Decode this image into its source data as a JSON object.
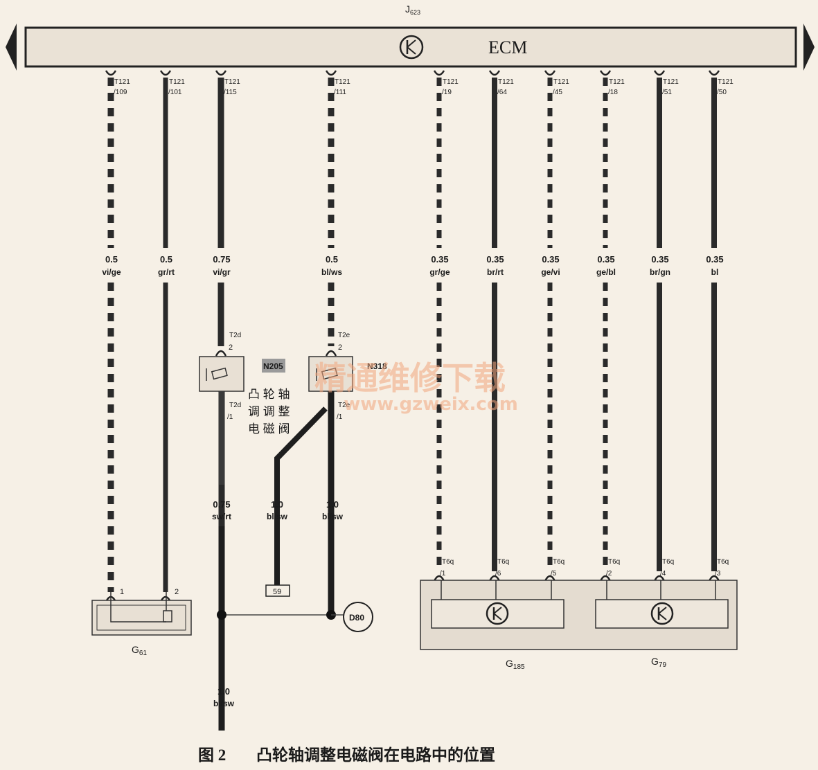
{
  "ecm_unit": {
    "id_letter": "J",
    "id_sub": "623",
    "label": "ECM",
    "icon": "transistor-icon"
  },
  "ecm_pins": [
    {
      "conn": "T121",
      "pin": "/109",
      "size": "0.5",
      "color_code": "vi/ge"
    },
    {
      "conn": "T121",
      "pin": "/101",
      "size": "0.5",
      "color_code": "gr/rt"
    },
    {
      "conn": "T121",
      "pin": "/115",
      "size": "0.75",
      "color_code": "vi/gr"
    },
    {
      "conn": "T121",
      "pin": "/111",
      "size": "0.5",
      "color_code": "bl/ws"
    },
    {
      "conn": "T121",
      "pin": "/19",
      "size": "0.35",
      "color_code": "gr/ge"
    },
    {
      "conn": "T121",
      "pin": "/64",
      "size": "0.35",
      "color_code": "br/rt"
    },
    {
      "conn": "T121",
      "pin": "/45",
      "size": "0.35",
      "color_code": "ge/vi"
    },
    {
      "conn": "T121",
      "pin": "/18",
      "size": "0.35",
      "color_code": "ge/bl"
    },
    {
      "conn": "T121",
      "pin": "/51",
      "size": "0.35",
      "color_code": "br/gn"
    },
    {
      "conn": "T121",
      "pin": "/50",
      "size": "0.35",
      "color_code": "bl"
    }
  ],
  "valve_n205": {
    "name": "N205",
    "top_conn": "T2d",
    "top_pin": "2",
    "bot_conn": "T2d",
    "bot_pin": "/1",
    "caption_lines": [
      "凸 轮 轴",
      "调 调 整",
      "电 磁 阀"
    ]
  },
  "valve_n318": {
    "name": "N318",
    "top_conn": "T2e",
    "top_pin": "2",
    "bot_conn": "T2e",
    "bot_pin": "/1"
  },
  "lower_wires": {
    "n205_out": {
      "size": "0.75",
      "color_code": "sw/rt"
    },
    "branch": {
      "size": "1.0",
      "color_code": "bl/sw"
    },
    "n318_out": {
      "size": "1.0",
      "color_code": "bl/sw"
    },
    "bottom": {
      "size": "1.0",
      "color_code": "bl/sw"
    }
  },
  "fuse_ref": "59",
  "ground_ref": "D80",
  "sensor_g61": {
    "id_letter": "G",
    "id_sub": "61",
    "pin1": "1",
    "pin2": "2"
  },
  "sensor_t6q_pins": [
    {
      "conn": "T6q",
      "pin": "/1"
    },
    {
      "conn": "T6q",
      "pin": "/6"
    },
    {
      "conn": "T6q",
      "pin": "/5"
    },
    {
      "conn": "T6q",
      "pin": "/2"
    },
    {
      "conn": "T6q",
      "pin": "/4"
    },
    {
      "conn": "T6q",
      "pin": "/3"
    }
  ],
  "sensor_g185": {
    "id_letter": "G",
    "id_sub": "185"
  },
  "sensor_g79": {
    "id_letter": "G",
    "id_sub": "79"
  },
  "watermark": {
    "line1": "精通维修下载",
    "line2": "www.gzweix.com"
  },
  "caption": {
    "fig": "图 2",
    "text": "凸轮轴调整电磁阀在电路中的位置"
  }
}
